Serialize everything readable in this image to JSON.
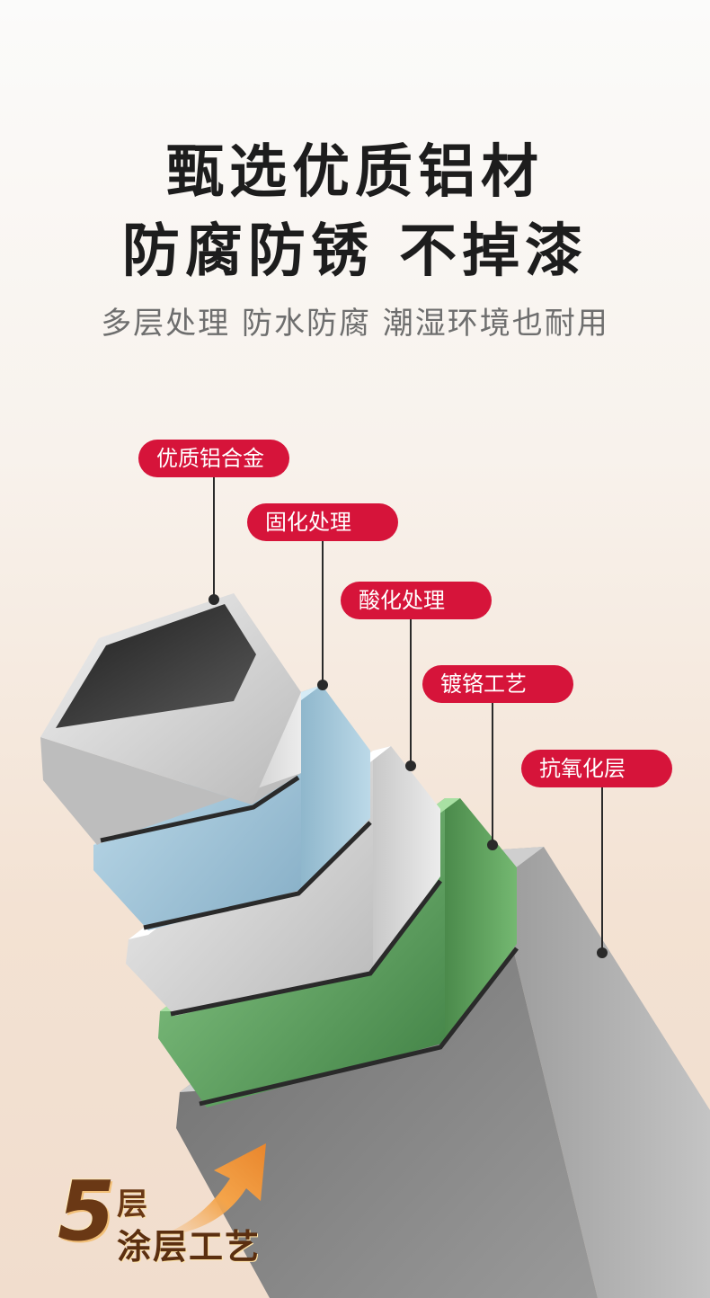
{
  "headline": {
    "line1": "甄选优质铝材",
    "line2": "防腐防锈 不掉漆"
  },
  "subheadline": "多层处理 防水防腐 潮湿环境也耐用",
  "layers": [
    {
      "label": "优质铝合金",
      "color": "#d8d8d8"
    },
    {
      "label": "固化处理",
      "color": "#9cbfd3"
    },
    {
      "label": "酸化处理",
      "color": "#d3d3d3"
    },
    {
      "label": "镀铬工艺",
      "color": "#5f9c5e"
    },
    {
      "label": "抗氧化层",
      "color": "#8a8a8a"
    }
  ],
  "tag_color": "#d6143a",
  "badge": {
    "number": "5",
    "unit": "层",
    "label": "涂层工艺"
  }
}
